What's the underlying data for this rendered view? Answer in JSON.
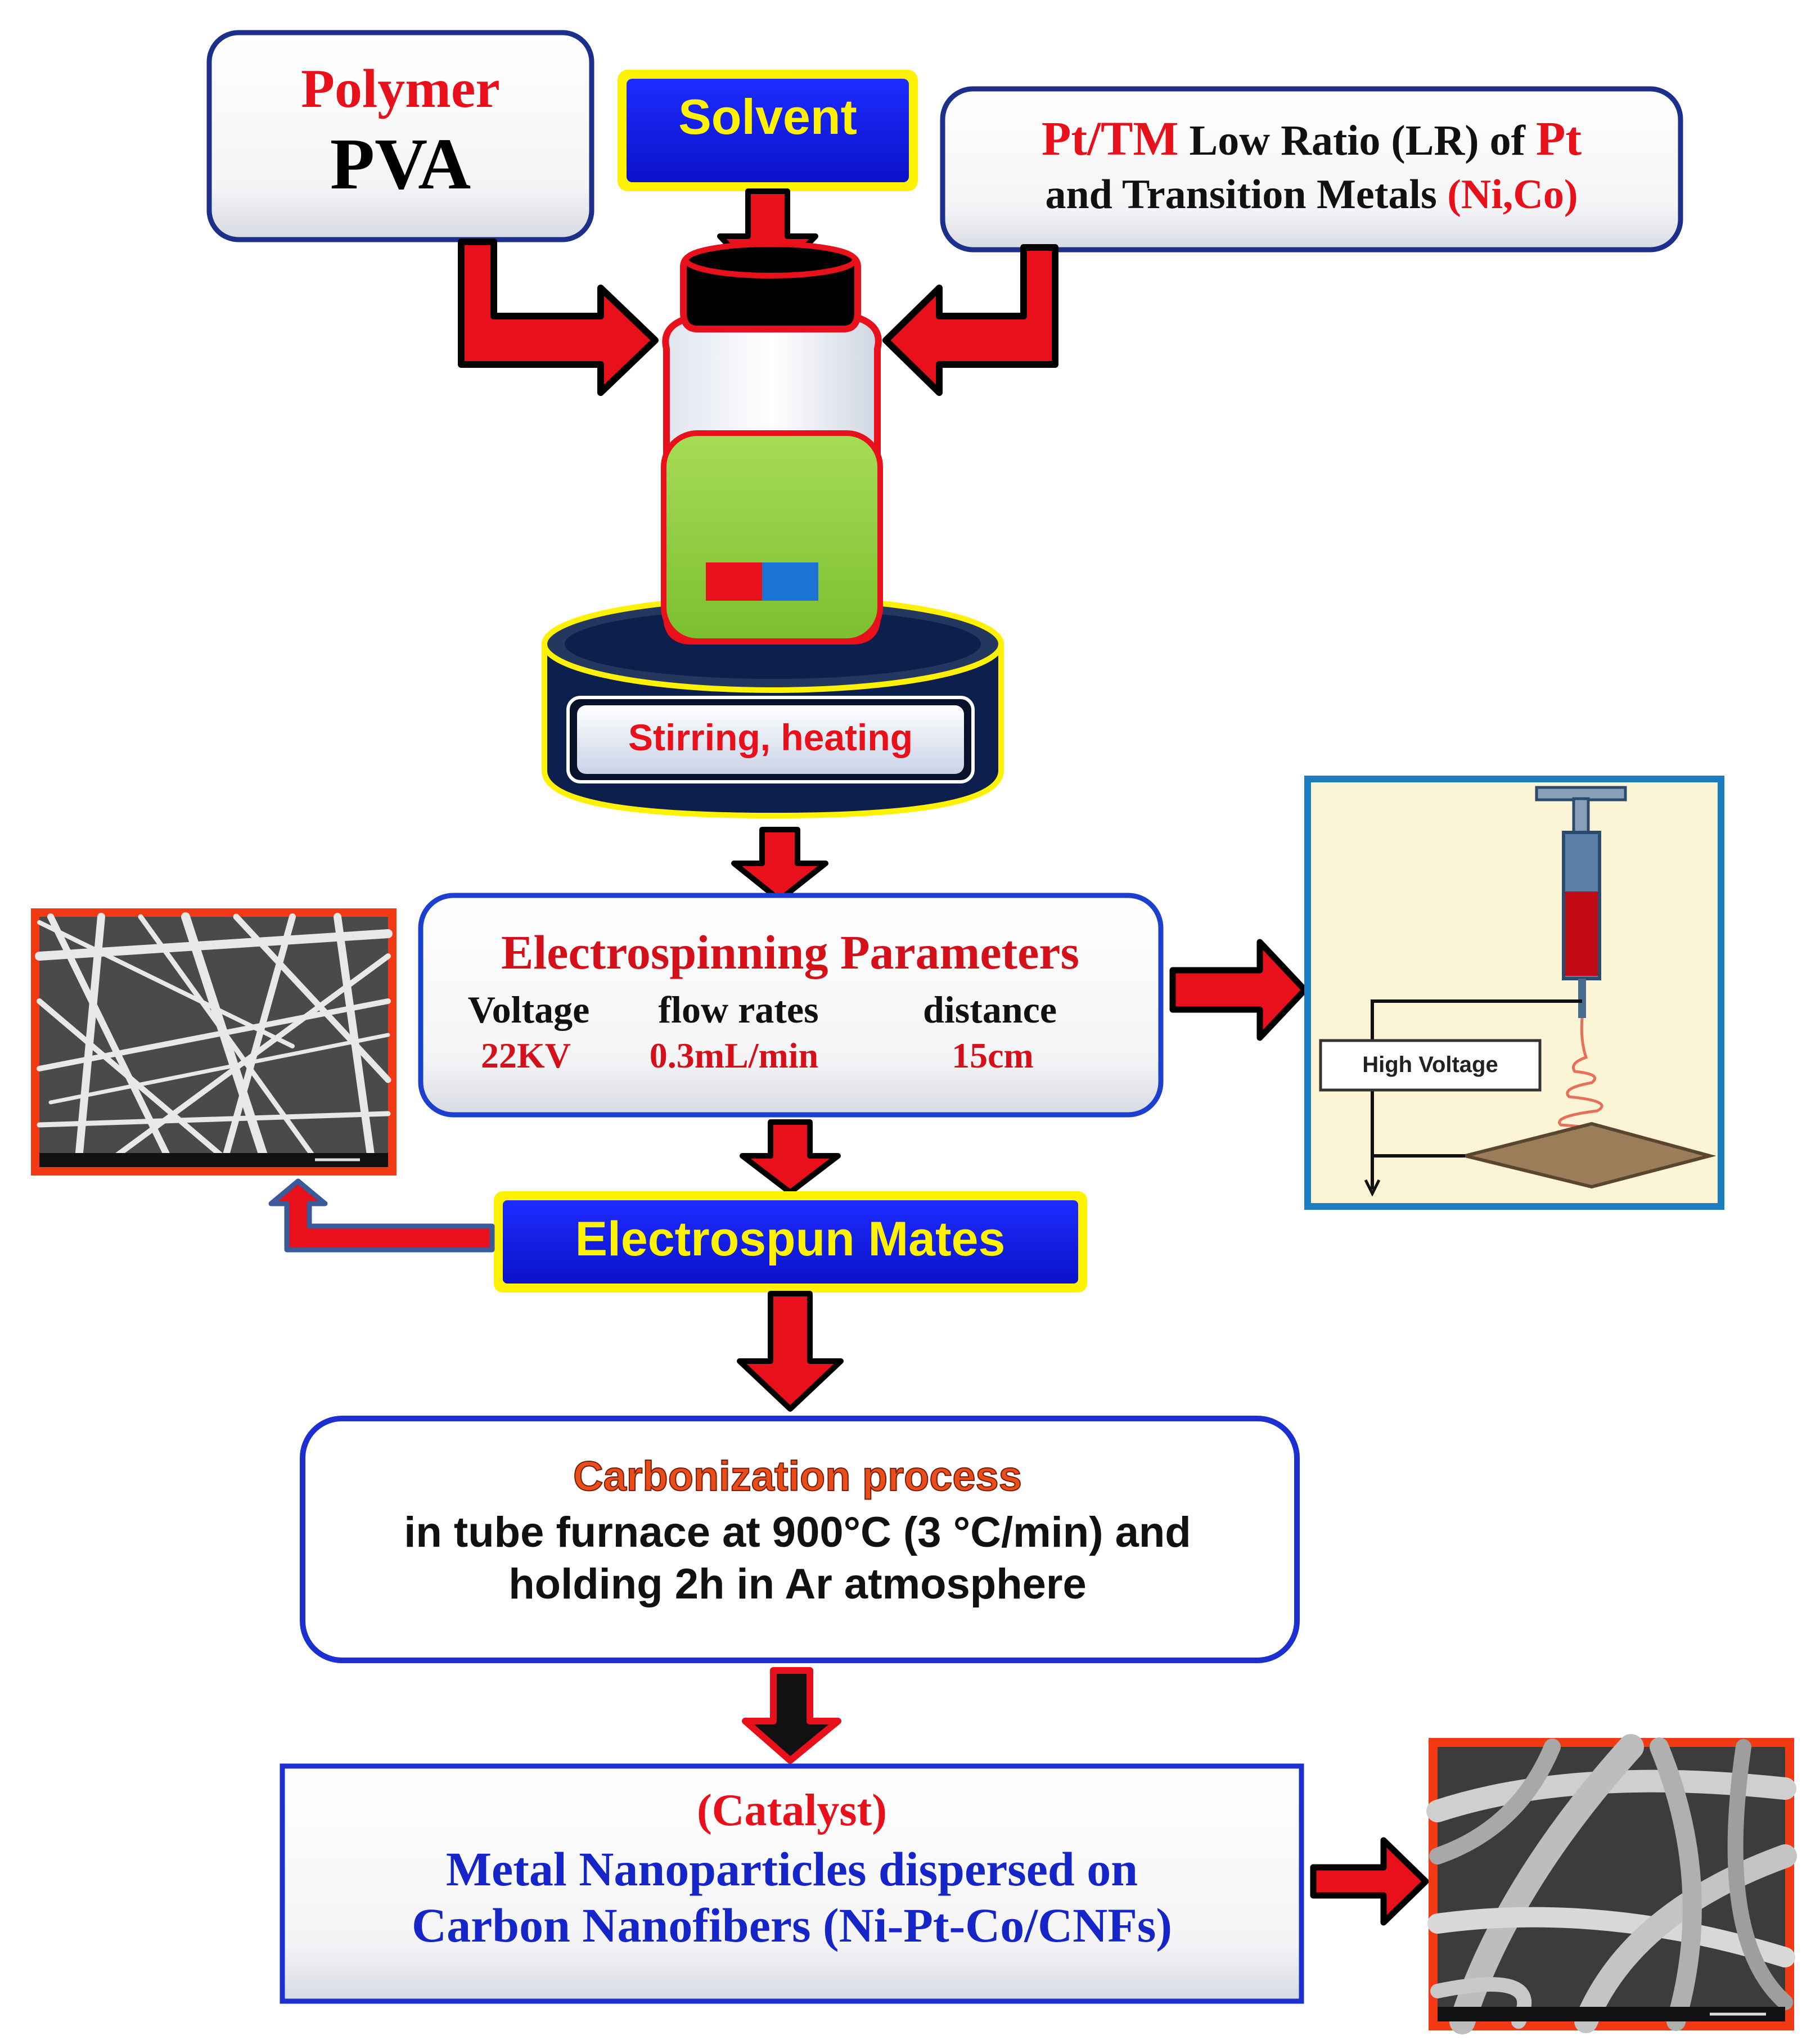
{
  "polymer": {
    "label": "Polymer",
    "name": "PVA"
  },
  "solvent": {
    "label": "Solvent"
  },
  "metals": {
    "line1_red": "Pt/TM",
    "line1_black": " Low Ratio (LR) of ",
    "line1_red2": "Pt",
    "line2_black": "and Transition Metals ",
    "line2_red": "(Ni,Co)"
  },
  "stirring": {
    "label": "Stirring, heating"
  },
  "electrospinning": {
    "title": "Electrospinning Parameters",
    "params": [
      {
        "name": "Voltage",
        "value": "22KV"
      },
      {
        "name": "flow rates",
        "value": "0.3mL/min"
      },
      {
        "name": "distance",
        "value": "15cm"
      }
    ]
  },
  "setup": {
    "high_voltage_label": "High Voltage"
  },
  "mates": {
    "label": "Electrospun Mates"
  },
  "carbonization": {
    "title": "Carbonization process",
    "line1": "in tube furnace at 900°C (3 °C/min) and",
    "line2": "holding 2h in Ar atmosphere"
  },
  "catalyst": {
    "title": "(Catalyst)",
    "line1": "Metal Nanoparticles dispersed on",
    "line2": "Carbon Nanofibers (Ni-Pt-Co/CNFs)"
  },
  "colors": {
    "red": "#e8101a",
    "blue": "#0a14e6",
    "navy": "#0d1f4d",
    "yellow": "#fff200",
    "green": "#8ccf3c",
    "outline_blue": "#1c3fd0"
  }
}
